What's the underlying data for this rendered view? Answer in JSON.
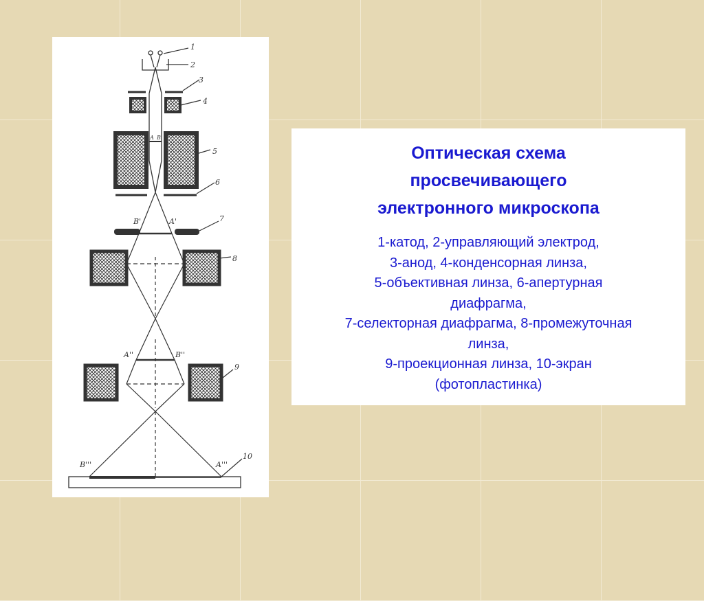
{
  "slide": {
    "title_lines": [
      "Оптическая схема",
      "просвечивающего",
      "электронного микроскопа"
    ],
    "legend_lines": [
      "1-катод, 2-управляющий электрод,",
      "3-анод, 4-конденсорная линза,",
      "5-объективная линза, 6-апертурная",
      "диафрагма,",
      "7-селекторная диафрагма, 8-промежуточная",
      "линза,",
      "9-проекционная линза, 10-экран",
      "(фотопластинка)"
    ]
  },
  "figure": {
    "part_numbers": [
      "1",
      "2",
      "3",
      "4",
      "5",
      "6",
      "7",
      "8",
      "9",
      "10"
    ],
    "ray_labels": {
      "objective": [
        "A",
        "B"
      ],
      "first_image": [
        "B'",
        "A'"
      ],
      "second_image": [
        "A''",
        "B''"
      ],
      "final_image": [
        "B'''",
        "A'''"
      ]
    }
  },
  "colors": {
    "background": "#e6d9b4",
    "panel": "#ffffff",
    "text": "#1a1ad0",
    "drawing": "#333333"
  }
}
